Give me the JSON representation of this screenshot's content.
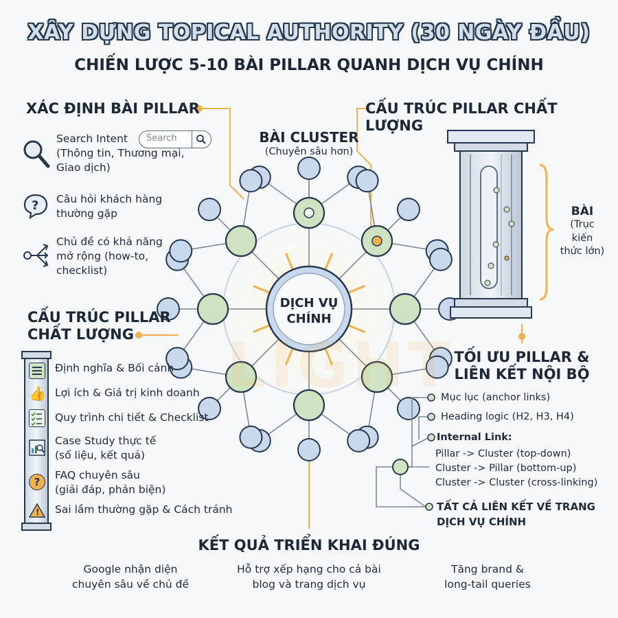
{
  "title": "XÂY DỰNG TOPICAL AUTHORITY (30 NGÀY ĐẦU)",
  "subtitle": "CHIẾN LƯỢC 5-10 BÀI PILLAR QUANH DỊCH VỤ CHÍNH",
  "identify": {
    "heading": "XÁC ĐỊNH BÀI PILLAR",
    "search_placeholder": "Search",
    "items": [
      {
        "icon": "magnifier-icon",
        "lines": [
          "Search Intent",
          "(Thông tin, Thương mại,",
          "Giao dịch)"
        ]
      },
      {
        "icon": "question-bubble-icon",
        "lines": [
          "Câu hỏi khách hàng",
          "thường gặp"
        ]
      },
      {
        "icon": "branch-icon",
        "lines": [
          "Chủ đề có khả năng",
          "mở rộng (how-to,",
          "checklist)"
        ]
      }
    ]
  },
  "structure_left": {
    "heading_line1": "CẤU TRÚC PILLAR",
    "heading_line2": "CHẤT LƯỢNG",
    "items": [
      {
        "icon": "document-icon",
        "lines": [
          "Định nghĩa & Bối cảnh"
        ]
      },
      {
        "icon": "thumbs-up-icon",
        "lines": [
          "Lợi ích & Giá trị kinh doanh"
        ]
      },
      {
        "icon": "checklist-icon",
        "lines": [
          "Quy trình chi tiết & Checklist"
        ]
      },
      {
        "icon": "chart-search-icon",
        "lines": [
          "Case Study thực tế",
          "(số liệu, kết quả)"
        ]
      },
      {
        "icon": "faq-icon",
        "lines": [
          "FAQ chuyên sâu",
          "(giải đáp, phản biện)"
        ]
      },
      {
        "icon": "warning-icon",
        "lines": [
          "Sai lầm thường gặp & Cách tránh"
        ]
      }
    ]
  },
  "center": {
    "cluster_label": "BÀI CLUSTER",
    "cluster_sublabel": "(Chuyên sâu hơn)",
    "hub_line1": "DỊCH VỤ",
    "hub_line2": "CHÍNH",
    "watermark": "LIGHT"
  },
  "structure_right": {
    "heading": "CẤU TRÚC PILLAR CHẤT LƯỢNG",
    "bai_label": "BÀI",
    "bai_sub": [
      "(Trục",
      "kiến",
      "thức lớn)"
    ]
  },
  "optimize": {
    "heading_line1": "TỐI ƯU PILLAR &",
    "heading_line2": "LIÊN KẾT NỘI BỘ",
    "toc": "Mục lục (anchor links)",
    "heading_logic": "Heading logic (H2, H3, H4)",
    "internal_link": "Internal Link:",
    "links": [
      "Pillar -> Cluster (top-down)",
      "Cluster -> Pillar (bottom-up)",
      "Cluster -> Cluster (cross-linking)"
    ],
    "all_links_line1": "TẤT CẢ LIÊN KẾT VỀ TRANG",
    "all_links_line2": "DỊCH VỤ CHÍNH"
  },
  "results": {
    "heading": "KẾT QUẢ TRIỂN KHAI ĐÚNG",
    "cols": [
      [
        "Google nhận diện",
        "chuyên sâu về chủ đề"
      ],
      [
        "Hỗ trợ xếp hạng cho cả bài",
        "blog và trang dịch vụ"
      ],
      [
        "Tăng brand &",
        "long-tail queries"
      ]
    ]
  },
  "colors": {
    "accent_orange": "#f2b24b",
    "node_green": "#cfe3c2",
    "node_blue": "#c9d8ec",
    "dark_navy": "#26384e",
    "line_gray": "#7a8796"
  }
}
